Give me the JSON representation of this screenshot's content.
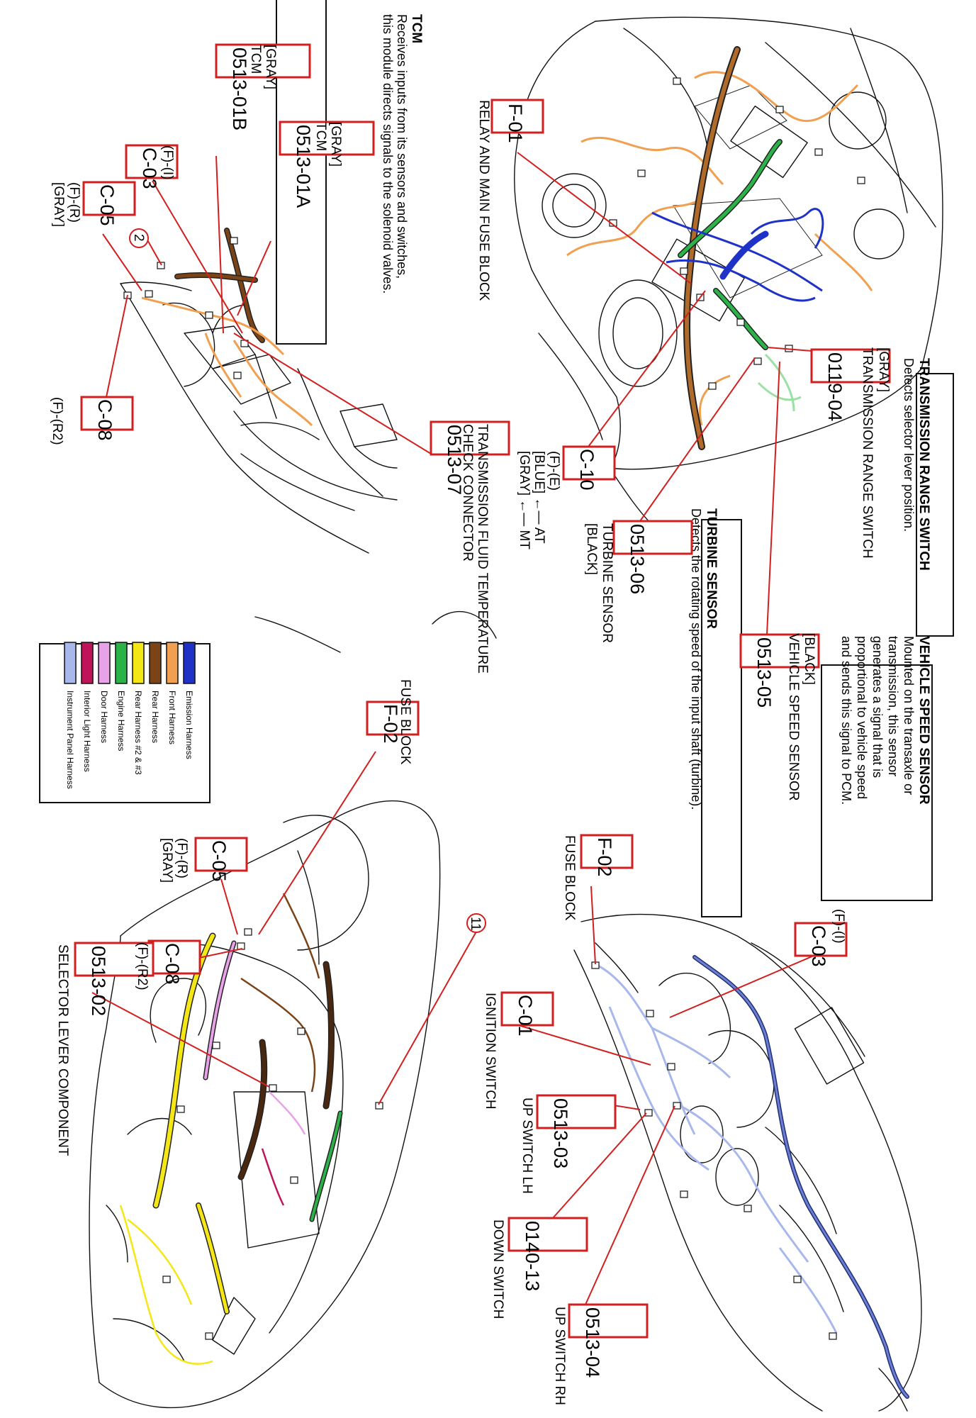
{
  "colors": {
    "callout": "#d21f1f",
    "emission": "#1f32c8",
    "front": "#f0a050",
    "rear": "#7a4418",
    "rear23": "#4a2810",
    "engine": "#2bb34a",
    "door": "#e8a2e8",
    "interior": "#c0145a",
    "panel": "#a9b8ec",
    "yellow": "#f5e615"
  },
  "legend": {
    "items": [
      {
        "label": "Emission Harness",
        "color": "#1f32c8"
      },
      {
        "label": "Front Harness",
        "color": "#f0a050"
      },
      {
        "label": "Rear Harness",
        "color": "#7a4418"
      },
      {
        "label": "Rear Harness #2 & #3",
        "color": "#f5e615"
      },
      {
        "label": "Engine Harness",
        "color": "#2bb34a"
      },
      {
        "label": "Door Harness",
        "color": "#e8a2e8"
      },
      {
        "label": "Interior Light Harness",
        "color": "#c0145a"
      },
      {
        "label": "Instrument Panel Harness",
        "color": "#a9b8ec"
      }
    ]
  },
  "blocks": {
    "tcm": {
      "title": "TCM",
      "lines": [
        "Receives inputs from its sensors and switches,",
        "this module directs signals to the solenoid valves."
      ]
    },
    "trs": {
      "title": "TRANSMISSION RANGE SWITCH",
      "lines": [
        "Detects selector lever position."
      ]
    },
    "vss": {
      "title": "VEHICLE SPEED SENSOR",
      "lines": [
        "Mounted on the transaxle or",
        "transmission, this sensor",
        "generates a signal that is",
        "proportional to vehicle speed",
        "and sends this signal to PCM."
      ]
    },
    "turbine": {
      "title": "TURBINE SENSOR",
      "lines": [
        "Detects the rotating speed of the input shaft (turbine)."
      ]
    }
  },
  "codes": {
    "f01": "F-01",
    "c10": "C-10",
    "c0119_04": "0119-04",
    "c0513_06": "0513-06",
    "c0513_05": "0513-05",
    "c0513_01a": "0513-01A",
    "c0513_01b": "0513-01B",
    "c03_tl": "C-03",
    "c05_tl": "C-05",
    "c08_tl": "C-08",
    "c0513_07": "0513-07",
    "f02_right": "F-02",
    "c03_right": "C-03",
    "c01": "C-01",
    "c0513_03": "0513-03",
    "c0140_13": "0140-13",
    "c0513_04": "0513-04",
    "f02_bl": "F-02",
    "c05_bl": "C-05",
    "c08_bl": "C-08",
    "c0513_02": "0513-02"
  },
  "labels": {
    "relay_block": "RELAY AND MAIN FUSE BLOCK",
    "c10_fe": "(F)-(E)",
    "c10_blue": "[BLUE] ←— AT",
    "c10_gray": "[GRAY] ←— MT",
    "trs_gray": "[GRAY]",
    "trs_name": "TRANSMISSION RANGE SWITCH",
    "ts_name": "TURBINE SENSOR",
    "ts_black": "[BLACK]",
    "vss_black": "[BLACK]",
    "vss_name": "VEHICLE SPEED SENSOR",
    "tcm_a_gray": "[GRAY]",
    "tcm_a_tcm": "TCM",
    "tcm_b_gray": "[GRAY]",
    "tcm_b_tcm": "TCM",
    "c03_fi": "(F)-(I)",
    "c05_fr": "(F)-(R)",
    "c05_gray": "[GRAY]",
    "c08_fr2": "(F)-(R2)",
    "tft_1": "TRANSMISSION FLUID TEMPERATURE",
    "tft_2": "CHECK CONNECTOR",
    "f02_r_name": "FUSE BLOCK",
    "c03_r_fi": "(F)-(I)",
    "c01_name": "IGNITION SWITCH",
    "c0513_03_name": "UP SWITCH LH",
    "c0140_13_name": "DOWN SWITCH",
    "c0513_04_name": "UP SWITCH RH",
    "f02_bl_name": "FUSE BLOCK",
    "c05_bl_fr": "(F)-(R)",
    "c05_bl_gray": "[GRAY]",
    "c08_bl_fr2": "(F)-(R2)",
    "c0513_02_name": "SELECTOR LEVER COMPONENT",
    "marker_2": "2",
    "marker_11": "11"
  }
}
